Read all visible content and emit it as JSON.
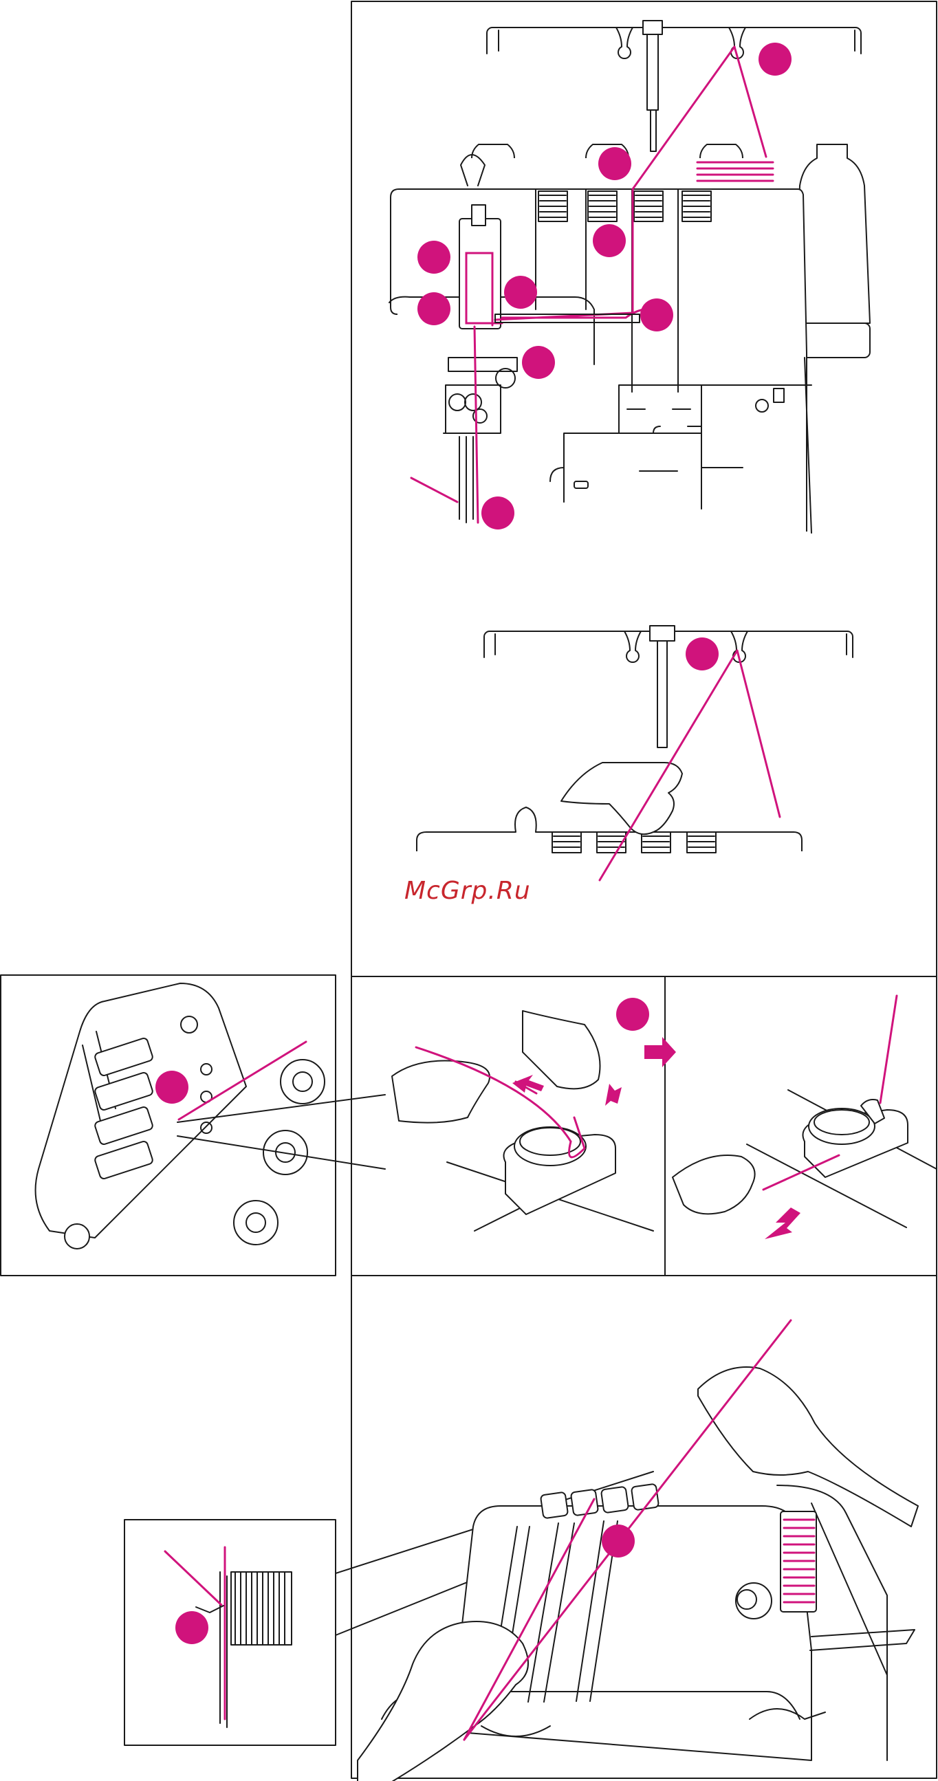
{
  "watermark": {
    "text": "McGrp.Ru",
    "color": "#c8262d"
  },
  "colors": {
    "thread": "#d0137c",
    "line": "#1a1a1a",
    "background": "#ffffff"
  },
  "panels": [
    {
      "id": "threading-overview",
      "step_marker_count": 9
    },
    {
      "id": "thread-guide-pole",
      "step_marker_count": 1
    },
    {
      "id": "tension-detail-zoom",
      "step_marker_count": 1
    },
    {
      "id": "tension-disc-threading",
      "step_marker_count": 1
    },
    {
      "id": "tension-disc-pull",
      "step_marker_count": 0
    },
    {
      "id": "front-threading-zoom",
      "step_marker_count": 1
    },
    {
      "id": "front-threading-hands",
      "step_marker_count": 1
    }
  ],
  "icons": [
    "hand-icon",
    "arrow-icon",
    "spool-icon",
    "tension-dial-icon"
  ]
}
